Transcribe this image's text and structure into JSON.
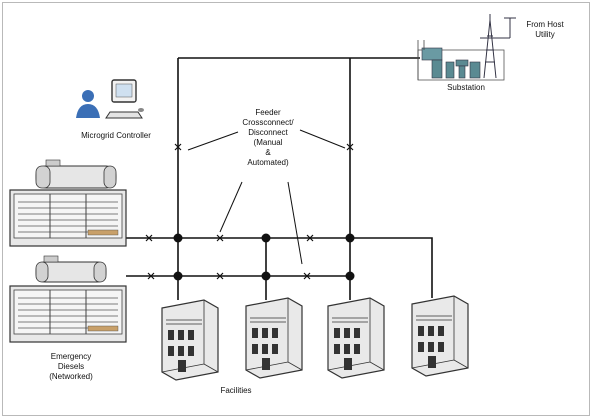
{
  "labels": {
    "from_host": "From Host Utility",
    "substation": "Substation",
    "microgrid_controller": "Microgrid Controller",
    "feeder_lines": [
      "Feeder",
      "Crossconnect/",
      "Disconnect",
      "(Manual",
      "&",
      "Automated)"
    ],
    "emergency_lines": [
      "Emergency",
      "Diesels",
      "(Networked)"
    ],
    "facilities": "Facilities"
  },
  "icons": {
    "controller": "person-computer-icon",
    "generator": "diesel-generator-icon",
    "facility": "building-icon",
    "substation": "substation-icon",
    "breaker": "breaker-node-icon",
    "switch": "switch-x-icon"
  },
  "colors": {
    "line": "#111111",
    "generator_body": "#e6e6e6",
    "building": "#e9e9e9",
    "substation_teal": "#5a8a92",
    "avatar_blue": "#3b6fb6"
  }
}
